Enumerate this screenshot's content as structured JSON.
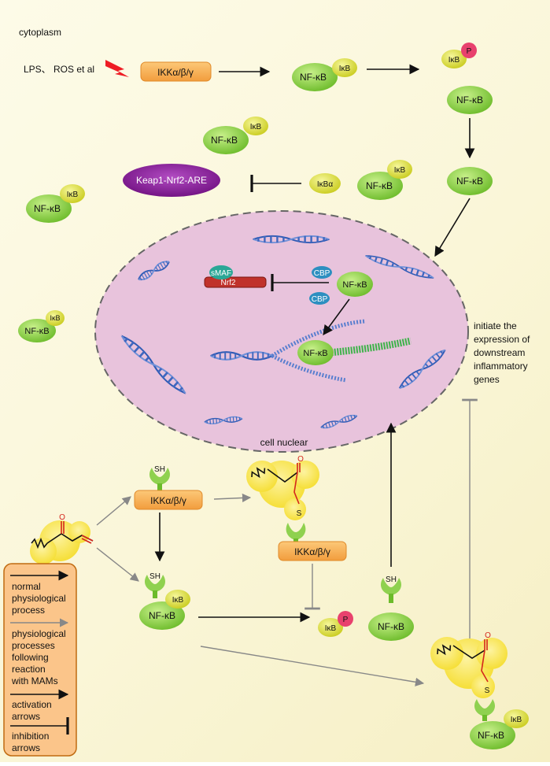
{
  "labels": {
    "cytoplasm": "cytoplasm",
    "stimulus": "LPS、 ROS et al",
    "ikk": "IKKα/β/γ",
    "nfkb": "NF-κB",
    "ikb": "IκB",
    "p": "P",
    "ikba": "IκBα",
    "keap": "Keap1-Nrf2-ARE",
    "smaf": "sMAF",
    "nrf2": "Nrf2",
    "cbp": "CBP",
    "sh": "SH",
    "s": "S",
    "o": "O",
    "cell_nuclear": "cell nuclear",
    "initiate": [
      "initiate the",
      "expression of",
      "downstream",
      "inflammatory",
      "genes"
    ]
  },
  "legend": {
    "normal": [
      "normal",
      "physiological",
      "process"
    ],
    "mams": [
      "physiological",
      "processes",
      "following",
      "reaction",
      "with MAMs"
    ],
    "activation": [
      "activation",
      "arrows"
    ],
    "inhibition": [
      "inhibition",
      "arrows"
    ]
  },
  "colors": {
    "background": "#faf6d8",
    "nfkb_green": "#8fd14f",
    "ikb_yellow": "#e3e34a",
    "ikk_orange": "#f7b15c",
    "phospho_red": "#e8416d",
    "keap_purple": "#8a1e9a",
    "nucleus_pink": "#e8c3dc",
    "cbp_blue": "#2d8fc0",
    "smaf_teal": "#2aa796",
    "nrf2_red": "#c0322b",
    "mam_yellow": "#f9ea53",
    "legend_orange": "#fbc58a"
  }
}
